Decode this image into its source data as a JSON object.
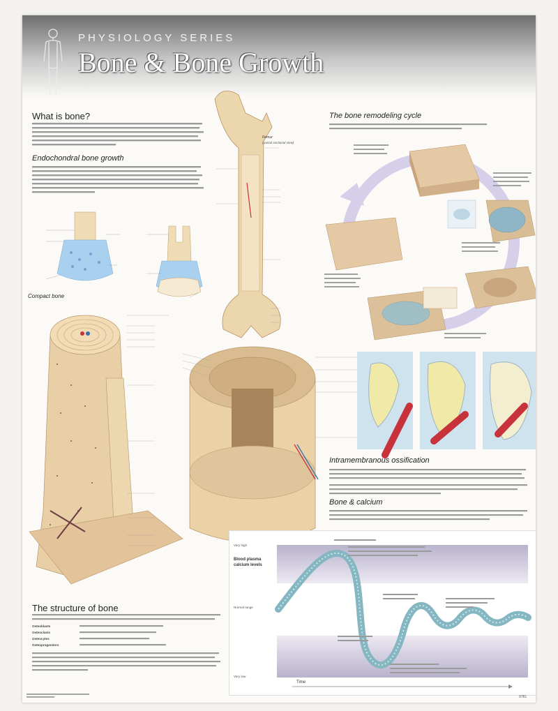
{
  "header": {
    "series": "PHYSIOLOGY SERIES",
    "title": "Bone & Bone Growth"
  },
  "sections": {
    "what_is_bone": "What is bone?",
    "endochondral": "Endochondral bone growth",
    "compact_bone": "Compact bone",
    "structure": "The structure of bone",
    "remodeling": "The bone remodeling cycle",
    "intramembranous": "Intramembranous ossification",
    "calcium": "Bone & calcium"
  },
  "labels": {
    "femur": "Femur",
    "femur_sub": "(partial sectional view)"
  },
  "structure_terms": [
    "Osteoblasts",
    "Osteoclasts",
    "Osteocytes",
    "Osteoprogenitors"
  ],
  "calcium_chart": {
    "title_lines": [
      "Blood plasma",
      "calcium levels"
    ],
    "x_label": "Time",
    "levels": [
      "Very high",
      "Normal range",
      "Very low"
    ]
  },
  "chart_data": {
    "type": "line",
    "title": "",
    "xlabel": "Time",
    "ylabel": "Blood plasma calcium levels",
    "y_categories": [
      "Very low",
      "Normal range",
      "Very high"
    ],
    "bands": [
      "high",
      "normal",
      "low"
    ],
    "grid": false,
    "legend": "none"
  },
  "footer": {
    "code": "9781"
  },
  "colors": {
    "bone": "#e3c79b",
    "marrow_blue": "#9fc8e8",
    "vessel_red": "#c8323a",
    "band_high": "#c8c3d6",
    "band_low": "#b9b4c9",
    "cycle_arrow": "#cfc8e6"
  }
}
